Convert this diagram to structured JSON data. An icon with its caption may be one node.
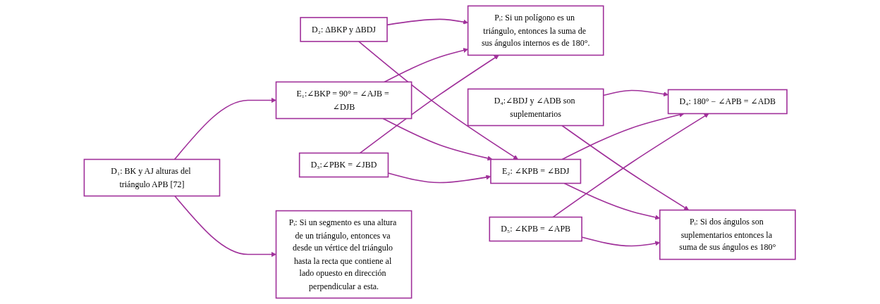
{
  "diagram": {
    "nodes": [
      {
        "text": [
          "D₁: BK y AJ alturas del triángulo APB [72]"
        ]
      },
      {
        "text": [
          "D₂: ΔBKP y ΔBDJ"
        ]
      },
      {
        "text": [
          "E₁:∠BKP = 90° = ∠AJB = ∠DJB"
        ]
      },
      {
        "text": [
          "D₃:∠PBK = ∠JBD"
        ]
      },
      {
        "text": [
          "Pᵢ: Si un segmento es una altura de un triángulo, entonces va desde un vértice del triángulo hasta la recta que contiene al lado opuesto en dirección perpendicular a esta."
        ]
      },
      {
        "text": [
          "Pᵢ: Si un polígono es un triángulo, entonces la suma de sus ángulos internos es de 180°."
        ]
      },
      {
        "text": [
          "D₄:∠BDJ y ∠ADB son suplementarios"
        ]
      },
      {
        "text": [
          "D₄: 180° − ∠APB = ∠ADB"
        ]
      },
      {
        "text": [
          "E₂: ∠KPB = ∠BDJ"
        ]
      },
      {
        "text": [
          "D₅: ∠KPB = ∠APB"
        ]
      },
      {
        "text": [
          "Pᵢ: Si dos ángulos son suplementarios entonces la suma de sus ángulos es 180°"
        ]
      }
    ],
    "edges": [
      {
        "from": 0,
        "to": 2,
        "arrow": "to"
      },
      {
        "from": 0,
        "to": 4,
        "arrow": "to"
      },
      {
        "from": 1,
        "to": 8,
        "arrow": "to"
      },
      {
        "from": 2,
        "to": 8,
        "arrow": "to"
      },
      {
        "from": 3,
        "to": 8,
        "arrow": "to"
      },
      {
        "from": 1,
        "to": 5,
        "arrow": "to"
      },
      {
        "from": 2,
        "to": 5,
        "arrow": "to"
      },
      {
        "from": 3,
        "to": 5,
        "arrow": "to"
      },
      {
        "from": 6,
        "to": 7,
        "arrow": "to"
      },
      {
        "from": 8,
        "to": 7,
        "arrow": "to"
      },
      {
        "from": 9,
        "to": 7,
        "arrow": "to"
      },
      {
        "from": 6,
        "to": 10,
        "arrow": "to"
      },
      {
        "from": 8,
        "to": 10,
        "arrow": "to"
      },
      {
        "from": 9,
        "to": 10,
        "arrow": "to"
      }
    ]
  }
}
